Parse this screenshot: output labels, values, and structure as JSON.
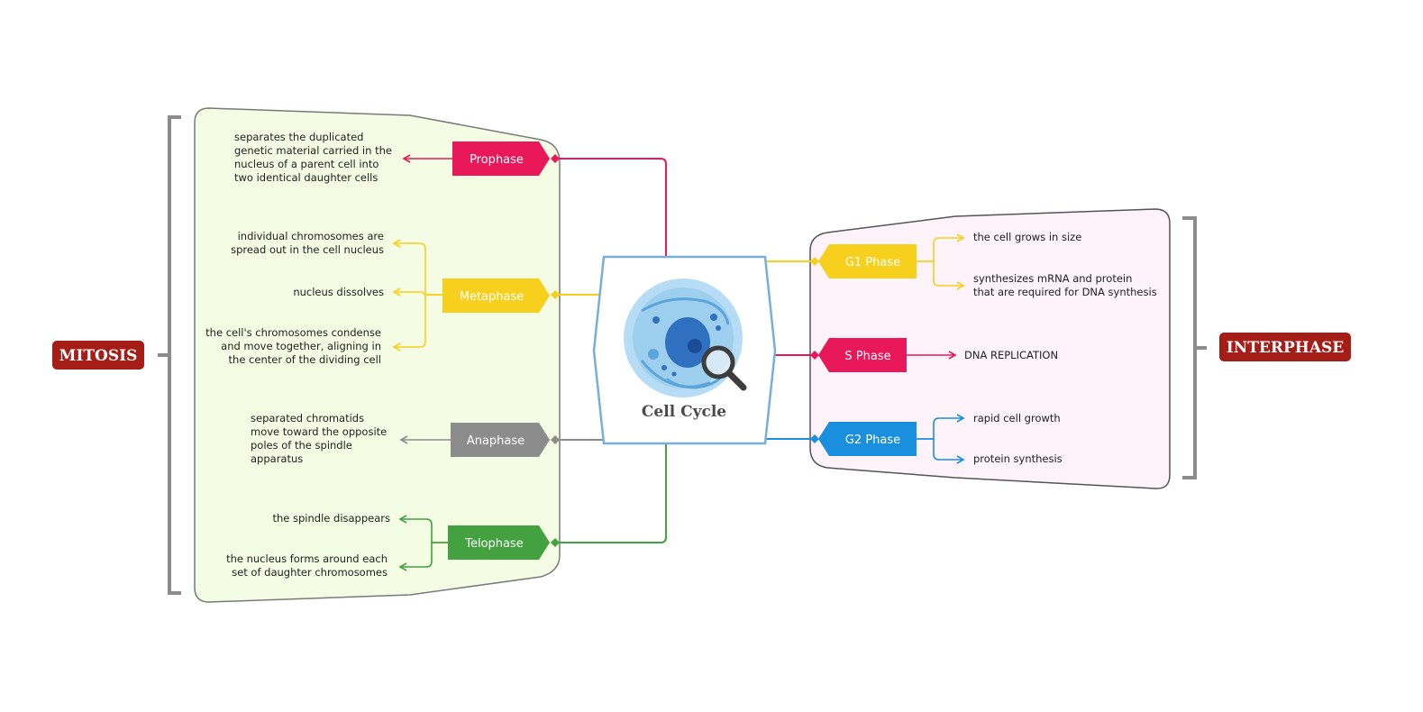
{
  "center": {
    "title": "Cell Cycle",
    "icon": "cell-magnifier-icon"
  },
  "mitosis": {
    "label": "MITOSIS",
    "phases": [
      {
        "name": "Prophase",
        "color": "#e8185a",
        "notes": [
          [
            "separates the duplicated",
            "genetic material carried in the",
            "nucleus of a parent cell into",
            "two identical daughter cells"
          ]
        ]
      },
      {
        "name": "Metaphase",
        "color": "#f7cf1d",
        "notes": [
          [
            "individual chromosomes are",
            "spread out in the cell nucleus"
          ],
          [
            "nucleus dissolves"
          ],
          [
            "the cell's chromosomes condense",
            "and move together, aligning in",
            "the center of the dividing cell"
          ]
        ]
      },
      {
        "name": "Anaphase",
        "color": "#8c8c8c",
        "notes": [
          [
            "separated chromatids",
            "move toward the opposite",
            "poles of the spindle",
            "apparatus"
          ]
        ]
      },
      {
        "name": "Telophase",
        "color": "#43a140",
        "notes": [
          [
            "the spindle disappears"
          ],
          [
            "the nucleus forms around each",
            "set of daughter chromosomes"
          ]
        ]
      }
    ]
  },
  "interphase": {
    "label": "INTERPHASE",
    "phases": [
      {
        "name": "G1 Phase",
        "color": "#f7cf1d",
        "notes": [
          [
            "the cell grows in size"
          ],
          [
            "synthesizes mRNA and protein",
            "that are required for DNA synthesis"
          ]
        ]
      },
      {
        "name": "S Phase",
        "color": "#e8185a",
        "notes": [
          [
            "DNA REPLICATION"
          ]
        ]
      },
      {
        "name": "G2 Phase",
        "color": "#1a8fde",
        "notes": [
          [
            "rapid cell growth"
          ],
          [
            "protein synthesis"
          ]
        ]
      }
    ]
  },
  "colors": {
    "section_label_bg": "#a51d17",
    "mitosis_panel": "#f4fce4",
    "interphase_panel": "#fdf3f8",
    "panel_border": "#7a7a7a",
    "center_border": "#7aaed6",
    "bracket": "#8c8c8c"
  }
}
